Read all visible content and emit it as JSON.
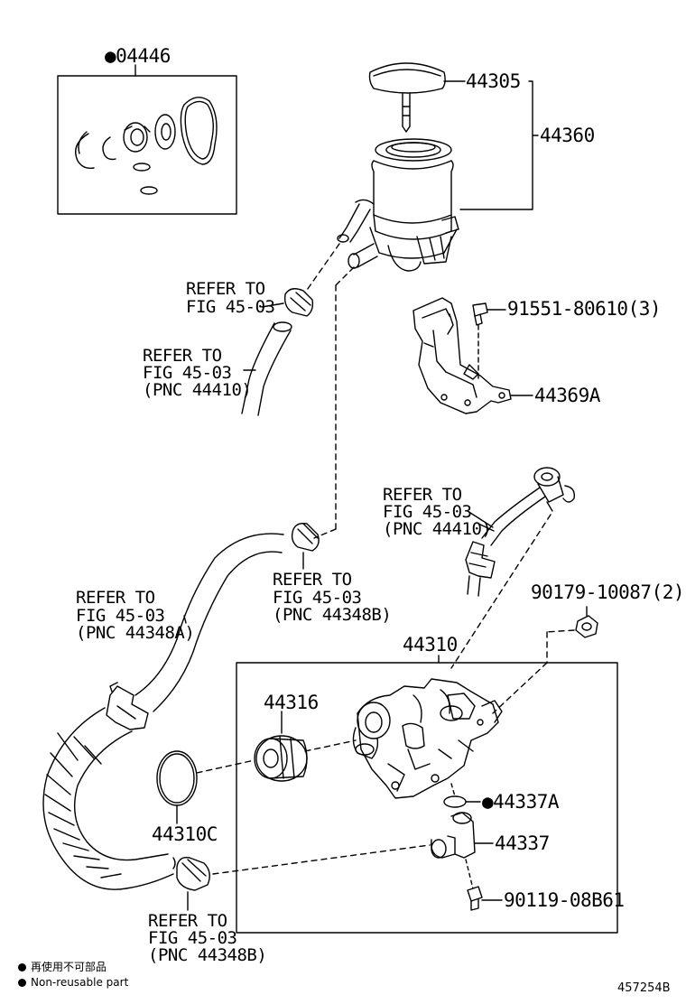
{
  "parts": {
    "p04446": "●04446",
    "p44305": "44305",
    "p44360": "44360",
    "p91551": "91551-80610(3)",
    "p44369A": "44369A",
    "p90179": "90179-10087(2)",
    "p44310": "44310",
    "p44316": "44316",
    "p44337A": "●44337A",
    "p44337": "44337",
    "p90119": "90119-08B61",
    "p44310C": "44310C"
  },
  "refs": {
    "r1": [
      "REFER TO",
      "FIG 45-03"
    ],
    "r2": [
      "REFER TO",
      "FIG 45-03",
      "(PNC 44410)"
    ],
    "r3": [
      "REFER TO",
      "FIG 45-03",
      "(PNC 44410)"
    ],
    "r4": [
      "REFER TO",
      "FIG 45-03",
      "(PNC 44348B)"
    ],
    "r5": [
      "REFER TO",
      "FIG 45-03",
      "(PNC 44348A)"
    ],
    "r6": [
      "REFER TO",
      "FIG 45-03",
      "(PNC 44348B)"
    ]
  },
  "legend": {
    "jp": "再使用不可部品",
    "en": "Non-reusable part"
  },
  "figure_id": "457254B"
}
